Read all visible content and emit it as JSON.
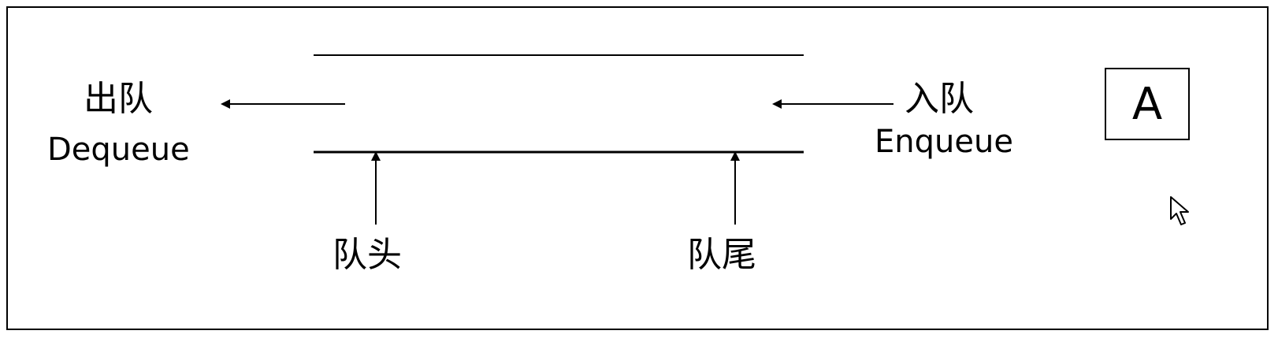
{
  "labels": {
    "dequeue_cn": "出队",
    "dequeue_en": "Dequeue",
    "enqueue_cn": "入队",
    "enqueue_en": "Enqueue",
    "head_cn": "队头",
    "tail_cn": "队尾"
  },
  "badge": {
    "text": "A"
  },
  "colors": {
    "stroke": "#000000",
    "background": "#ffffff"
  },
  "icons": {
    "cursor": "mouse-pointer-icon"
  }
}
